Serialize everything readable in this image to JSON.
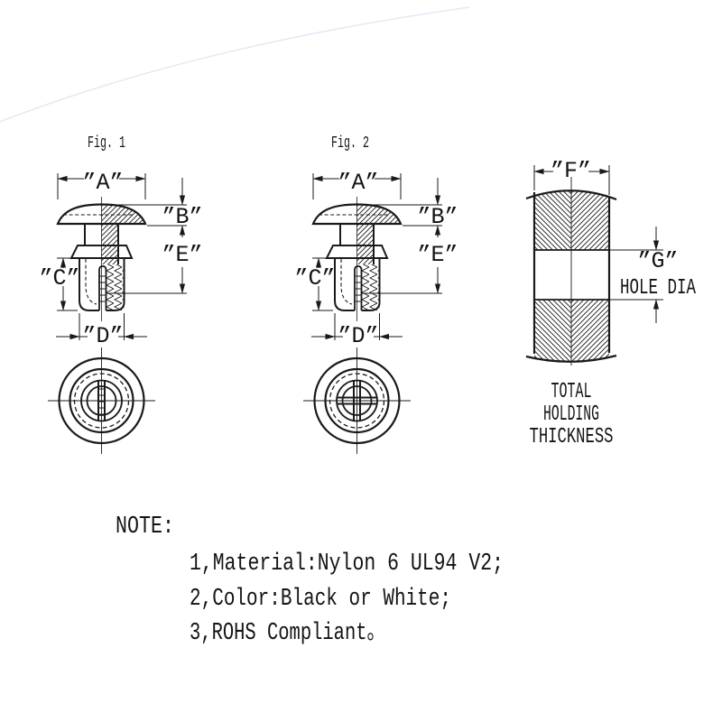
{
  "figures": {
    "fig1": {
      "label": "Fig. 1",
      "dims": {
        "a": "”A”",
        "b": "”B”",
        "c": "”C”",
        "d": "”D”",
        "e": "”E”"
      }
    },
    "fig2": {
      "label": "Fig. 2",
      "dims": {
        "a": "”A”",
        "b": "”B”",
        "c": "”C”",
        "d": "”D”",
        "e": "”E”"
      }
    },
    "panel": {
      "dim_f": "”F”",
      "dim_g": "”G”",
      "hole_dia": "HOLE DIA",
      "caption": [
        "TOTAL",
        "HOLDING",
        "THICKNESS"
      ]
    }
  },
  "note": {
    "title": "NOTE:",
    "items": [
      "1,Material:Nylon 6 UL94 V2;",
      "2,Color:Black or White;",
      "3,ROHS Compliant。"
    ]
  },
  "colors": {
    "line": "#1a1a1a",
    "watermark_arc": "#dfe9f3"
  }
}
